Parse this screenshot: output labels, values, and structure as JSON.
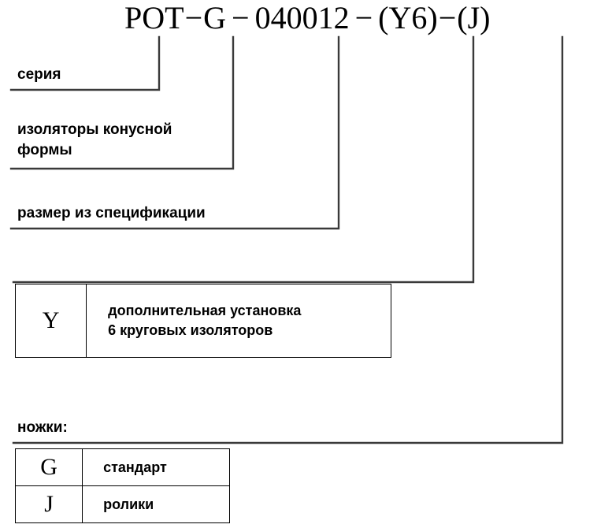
{
  "part_code": {
    "full": "POT−G−040012 − (Y6)−(J)",
    "segments": [
      {
        "type": "text",
        "value": "POT"
      },
      {
        "type": "dash",
        "value": "−"
      },
      {
        "type": "text",
        "value": "G"
      },
      {
        "type": "dash",
        "value": "−"
      },
      {
        "type": "text",
        "value": "040012"
      },
      {
        "type": "dash",
        "value": "−"
      },
      {
        "type": "text",
        "value": "(Y6)"
      },
      {
        "type": "dash",
        "value": "−"
      },
      {
        "type": "text",
        "value": "(J)"
      }
    ],
    "parts": {
      "series": "POT",
      "feet": "G",
      "size": "040012",
      "extra": "(Y6)",
      "feet_option": "(J)",
      "dash": "−"
    }
  },
  "callouts": [
    {
      "id": "seriya",
      "label": "серия"
    },
    {
      "id": "konus",
      "label": "изоляторы конусной\nформы"
    },
    {
      "id": "razmer",
      "label": "размер из спецификации"
    },
    {
      "id": "nozhki",
      "label": "ножки:"
    }
  ],
  "y_table": {
    "rows": [
      {
        "code": "Y",
        "description": "дополнительная установка\n6 круговых изоляторов"
      }
    ]
  },
  "feet_table": {
    "rows": [
      {
        "code": "G",
        "description": "стандарт"
      },
      {
        "code": "J",
        "description": "ролики"
      }
    ]
  },
  "colors": {
    "line": "#3a3a3a",
    "text": "#000000",
    "background": "#ffffff"
  }
}
